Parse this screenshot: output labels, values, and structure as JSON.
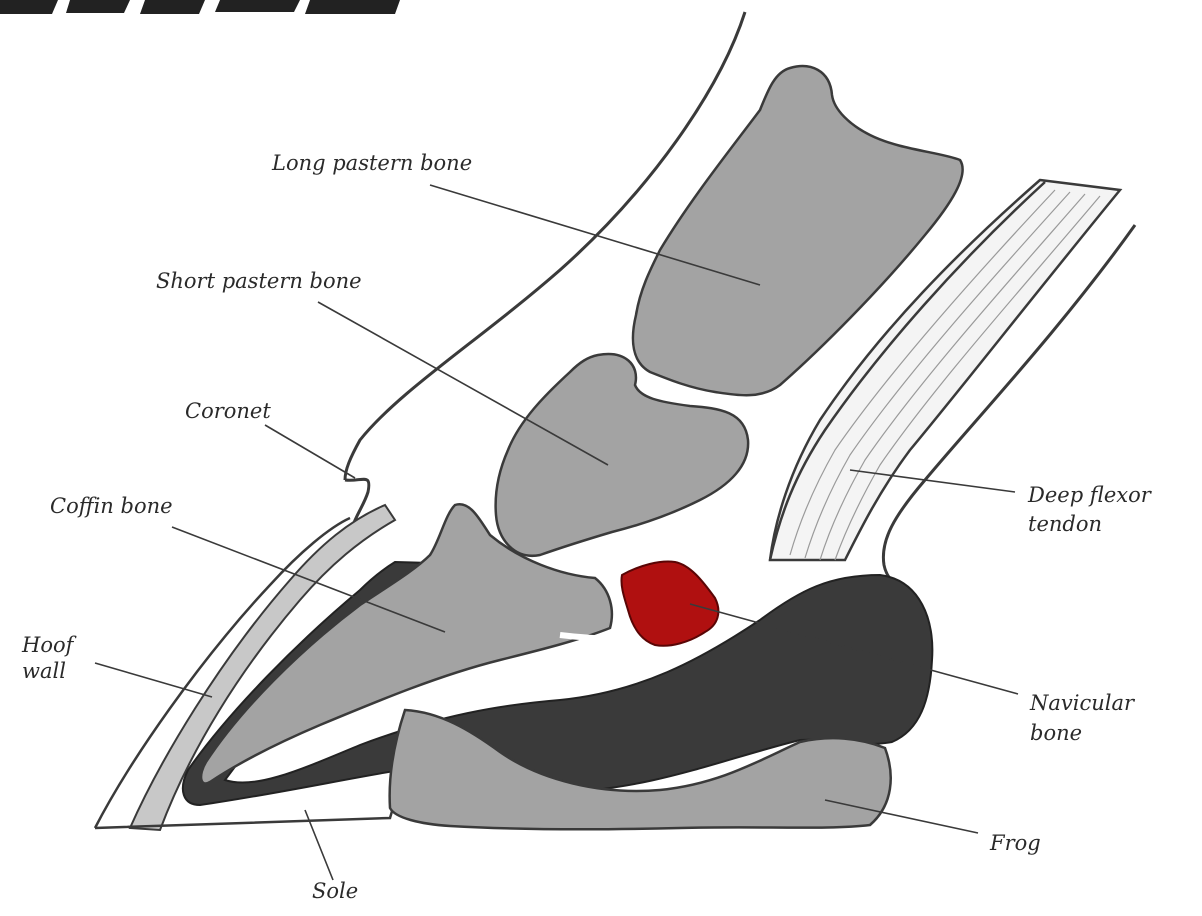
{
  "labels": {
    "long_pastern": "Long pastern bone",
    "short_pastern": "Short pastern bone",
    "coronet": "Coronet",
    "coffin": "Coffin bone",
    "hoof_wall_line1": "Hoof",
    "hoof_wall_line2": "wall",
    "deep_flexor_line1": "Deep flexor",
    "deep_flexor_line2": "tendon",
    "navicular_line1": "Navicular",
    "navicular_line2": "bone",
    "frog": "Frog",
    "sole": "Sole"
  },
  "colors": {
    "bone": "#a3a3a3",
    "bone_light": "#b5b5b5",
    "sensitive_tissue": "#3a3a3a",
    "wall_band": "#c8c8c8",
    "navicular_highlight": "#b01010",
    "outline": "#3a3a3a",
    "background": "#ffffff"
  }
}
